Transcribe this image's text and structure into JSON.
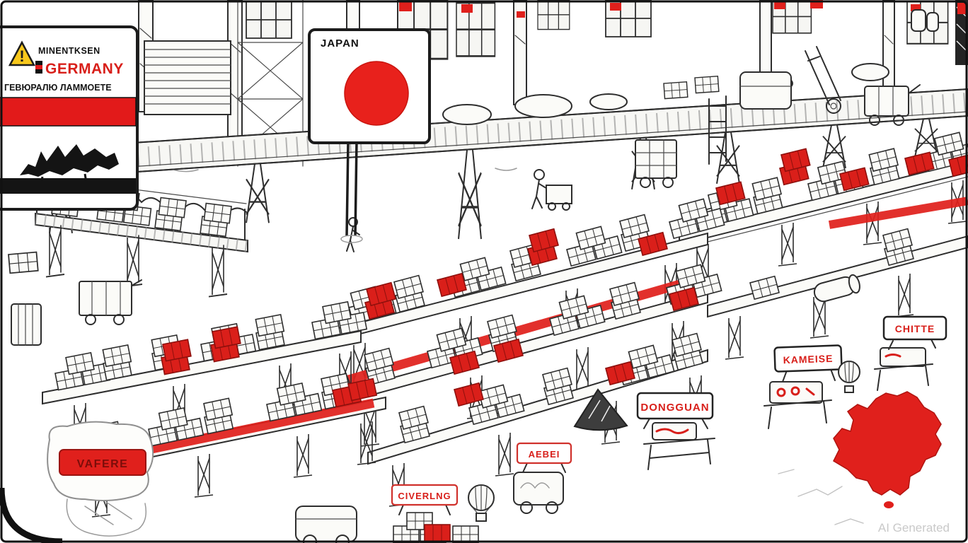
{
  "meta": {
    "watermark": "AI Generated",
    "scene_description": "Black, white and red AI-generated sketch of a factory floor with conveyor belts, pallets of crates and country/city signs"
  },
  "signs": {
    "germany": {
      "warning": "!",
      "line1": "MINENTKSEN",
      "line2": "GERMANY",
      "line3": "ГЕВЮРАЛЮ ЛАММОЕТЕ"
    },
    "japan": {
      "label": "JAPAN"
    },
    "stations": {
      "dongguan": "DONGGUAN",
      "kameise": "KAMEISE",
      "chitte": "CHITTE",
      "aebei": "AEBEI",
      "civerlng": "CIVERLNG",
      "vafere": "VAFERE"
    }
  },
  "colors": {
    "accent_red": "#e0201c",
    "flag_red": "#e21a1a",
    "japan_sun_red": "#e8211c",
    "ink": "#2e2e2e",
    "paper": "#ffffff",
    "warning_yellow": "#f8c81c",
    "watermark_gray": "#c9c9c9"
  }
}
